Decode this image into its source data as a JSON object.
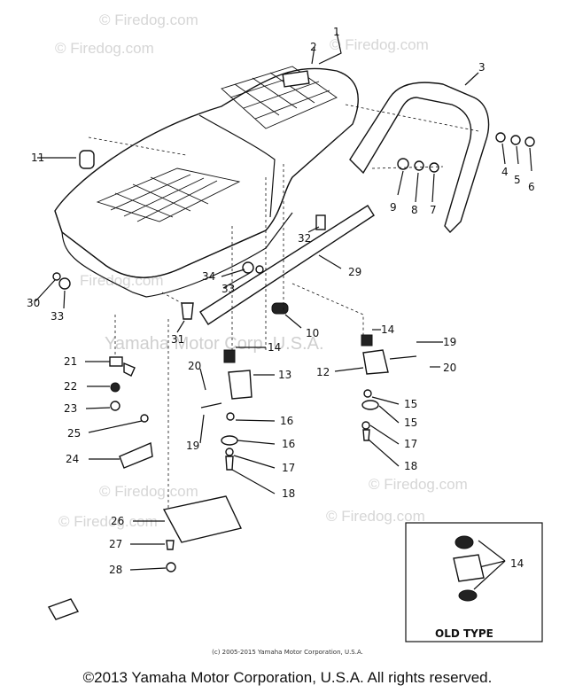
{
  "watermarks": {
    "firedog": "© Firedog.com",
    "firedog_inline": "Firedog.com",
    "yamaha": "Yamaha Motor Corp. U.S.A."
  },
  "labels": {
    "l1": "1",
    "l2": "2",
    "l3": "3",
    "l4": "4",
    "l5": "5",
    "l6": "6",
    "l7": "7",
    "l8": "8",
    "l9": "9",
    "l10": "10",
    "l11": "11",
    "l12": "12",
    "l13": "13",
    "l14": "14",
    "l14b": "14",
    "l14c": "14",
    "l15": "15",
    "l15b": "15",
    "l16": "16",
    "l16b": "16",
    "l17": "17",
    "l17b": "17",
    "l18": "18",
    "l18b": "18",
    "l19": "19",
    "l19b": "19",
    "l20": "20",
    "l20b": "20",
    "l21": "21",
    "l22": "22",
    "l23": "23",
    "l24": "24",
    "l25": "25",
    "l26": "26",
    "l27": "27",
    "l28": "28",
    "l29": "29",
    "l30": "30",
    "l31": "31",
    "l32": "32",
    "l33": "33",
    "l33b": "33",
    "l34": "34"
  },
  "inset": {
    "title": "OLD TYPE"
  },
  "footer": {
    "small": "(c) 2005-2015 Yamaha Motor Corporation, U.S.A.",
    "main": "©2013 Yamaha Motor Corporation, U.S.A. All rights reserved."
  }
}
